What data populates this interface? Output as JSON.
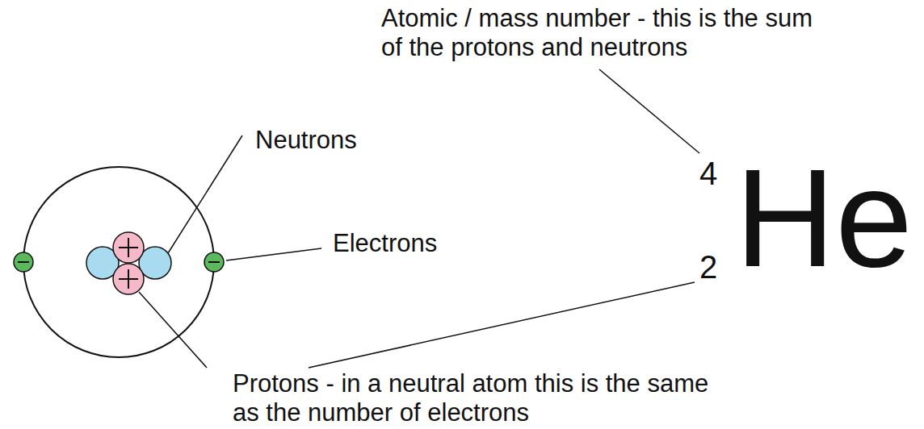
{
  "diagram": {
    "labels": [
      "Atomic / mass number - this is the sum of the protons and neutrons",
      "Neutrons",
      "Electrons",
      "4",
      "He",
      "2",
      "Protons - in a neutral atom this is the same as the number of electrons"
    ]
  }
}
